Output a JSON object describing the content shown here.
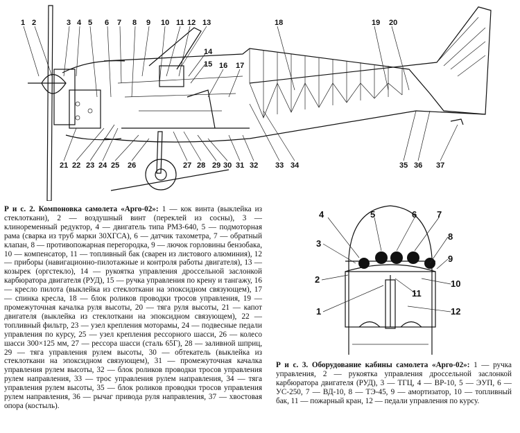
{
  "figure1": {
    "labels_top": [
      "1",
      "2",
      "3",
      "4",
      "5",
      "6",
      "7",
      "8",
      "9",
      "10",
      "11",
      "12",
      "13",
      "14",
      "15",
      "16",
      "17",
      "18",
      "19",
      "20"
    ],
    "labels_bottom": [
      "21",
      "22",
      "23",
      "24",
      "25",
      "26",
      "27",
      "28",
      "29",
      "30",
      "31",
      "32",
      "33",
      "34",
      "35",
      "36",
      "37"
    ],
    "caption_title": "Р и с.  2.  Компоновка самолета «Арго-02»:",
    "caption_body": "1 — кок винта (выклейка из стеклоткани), 2 — воздушный винт (переклей из сосны), 3 — клиноременный редуктор, 4 — двигатель типа РМЗ-640, 5 — подмоторная рама (сварка из труб марки 30ХГСА), 6 — датчик тахометра, 7 — обратный клапан, 8 — противопожарная перегородка, 9 — лючок горловины бензобака, 10 — компенсатор, 11 — топливный бак (сварен из листового алюминия), 12 — приборы (навигационно-пилотажные и контроля работы двигателя), 13 — козырек (оргстекло), 14 — рукоятка управления дроссельной заслонкой карбюратора двигателя (РУД), 15 — ручка управления по крену и тангажу, 16 — кресло пилота (выклейка из стеклоткани на эпоксидном связующем), 17 — спинка кресла, 18 — блок роликов проводки тросов управления, 19 — промежуточная качалка руля высоты, 20 — тяга руля высоты, 21 — капот двигателя (выклейка из стеклоткани на эпоксидном связующем), 22 — топливный фильтр, 23 — узел крепления моторамы, 24 — подвесные педали управления по курсу, 25 — узел крепления рессорного шасси, 26 — колесо шасси 300×125 мм, 27 — рессора шасси (сталь 65Г), 28 — заливной шприц, 29 — тяга управления рулем высоты, 30 — обтекатель (выклейка из стеклоткани на эпоксидном связующем), 31 — промежуточная качалка управления рулем высоты, 32 — блок роликов проводки тросов управления рулем направления, 33 — трос управления рулем направления, 34 — тяга управления рулем высоты, 35 — блок роликов проводки тросов управления рулем направления, 36 — рычаг привода руля направления, 37 — хвостовая опора (костыль)."
  },
  "figure2": {
    "labels": [
      "1",
      "2",
      "3",
      "4",
      "5",
      "6",
      "7",
      "8",
      "9",
      "10",
      "11",
      "12"
    ],
    "caption_title": "Р и с.  3.  Оборудование кабины самолета «Арго-02»:",
    "caption_body": "1 — ручка управления, 2 — рукоятка управления дроссельной заслонкой карбюратора двигателя (РУД), 3 — ТГЦ, 4 — ВР-10, 5 — ЭУП, 6 — УС-250, 7 — ВД-10, 8 — ТЭ-45, 9 — амортизатор, 10 — топливный бак, 11 — пожарный кран, 12 — педали управления по курсу."
  }
}
